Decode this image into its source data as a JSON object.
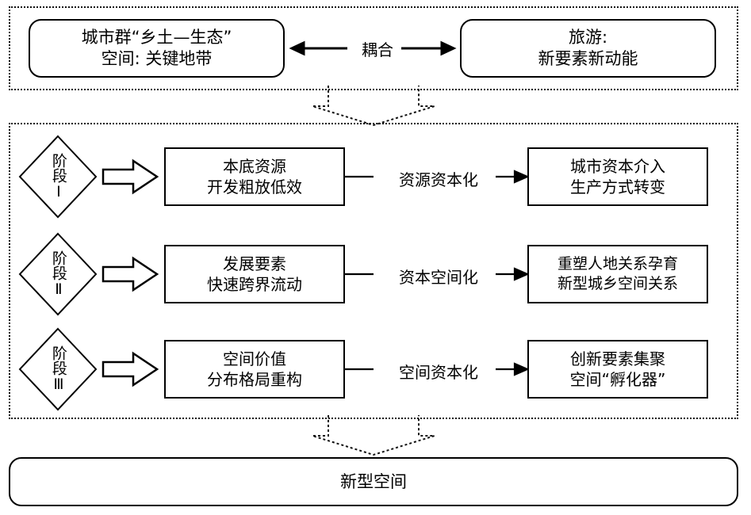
{
  "diagram": {
    "top_group": {
      "left_box": {
        "line1": "城市群“乡土—生态”",
        "line2": "空间: 关键地带"
      },
      "coupling_label": "耦合",
      "right_box": {
        "line1": "旅游:",
        "line2": "新要素新动能"
      }
    },
    "stages_group": {
      "rows": [
        {
          "stage_label": "阶段Ⅰ",
          "stage_char1": "阶",
          "stage_char2": "段",
          "stage_numeral": "Ⅰ",
          "source_box": {
            "line1": "本底资源",
            "line2": "开发粗放低效"
          },
          "connector_label": "资源资本化",
          "result_box": {
            "line1": "城市资本介入",
            "line2": "生产方式转变"
          }
        },
        {
          "stage_label": "阶段Ⅱ",
          "stage_char1": "阶",
          "stage_char2": "段",
          "stage_numeral": "Ⅱ",
          "source_box": {
            "line1": "发展要素",
            "line2": "快速跨界流动"
          },
          "connector_label": "资本空间化",
          "result_box": {
            "line1": "重塑人地关系孕育",
            "line2": "新型城乡空间关系"
          }
        },
        {
          "stage_label": "阶段Ⅲ",
          "stage_char1": "阶",
          "stage_char2": "段",
          "stage_numeral": "Ⅲ",
          "source_box": {
            "line1": "空间价值",
            "line2": "分布格局重构"
          },
          "connector_label": "空间资本化",
          "result_box": {
            "line1": "创新要素集聚",
            "line2": "空间“孵化器”"
          }
        }
      ]
    },
    "bottom_box": {
      "label": "新型空间"
    },
    "colors": {
      "stroke": "#000000",
      "dotted_stroke": "#111111",
      "fill": "#ffffff"
    }
  }
}
